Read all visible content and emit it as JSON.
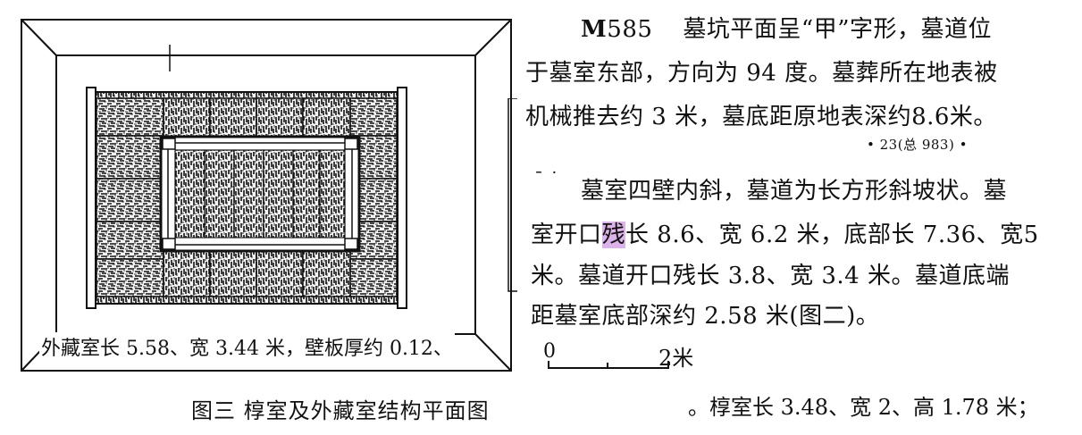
{
  "text_block": {
    "line1_id": "M",
    "line1_num": "585",
    "line1_rest": "墓坑平面呈“甲”字形，墓道位",
    "line2": "于墓室东部，方向为 94 度。墓葬所在地表被",
    "line3": "机械推去约 3 米，墓底距原地表深约8.6米。",
    "page_marker": "• 23(总 983) •",
    "line4_mark": "¯ ˙",
    "line4": "墓室四壁内斜，墓道为长方形斜坡状。墓",
    "line5_pre": "室开口",
    "line5_hl": "残",
    "line5_post": "长 8.6、宽 6.2 米，底部长 7.36、宽5",
    "line6": "米。墓道开口残长 3.8、宽 3.4 米。墓道底端",
    "line7": "距墓室底部深约 2.58 米(图二)。"
  },
  "figure": {
    "caption_in_figure": "外藏室长 5.58、宽 3.44 米，壁板厚约 0.12、",
    "title": "图三   椁室及外藏室结构平面图"
  },
  "scale_bar": {
    "left_label": "0",
    "right_label": "2米"
  },
  "bottom_text": "。椁室长 3.48、宽 2、高 1.78 米；"
}
